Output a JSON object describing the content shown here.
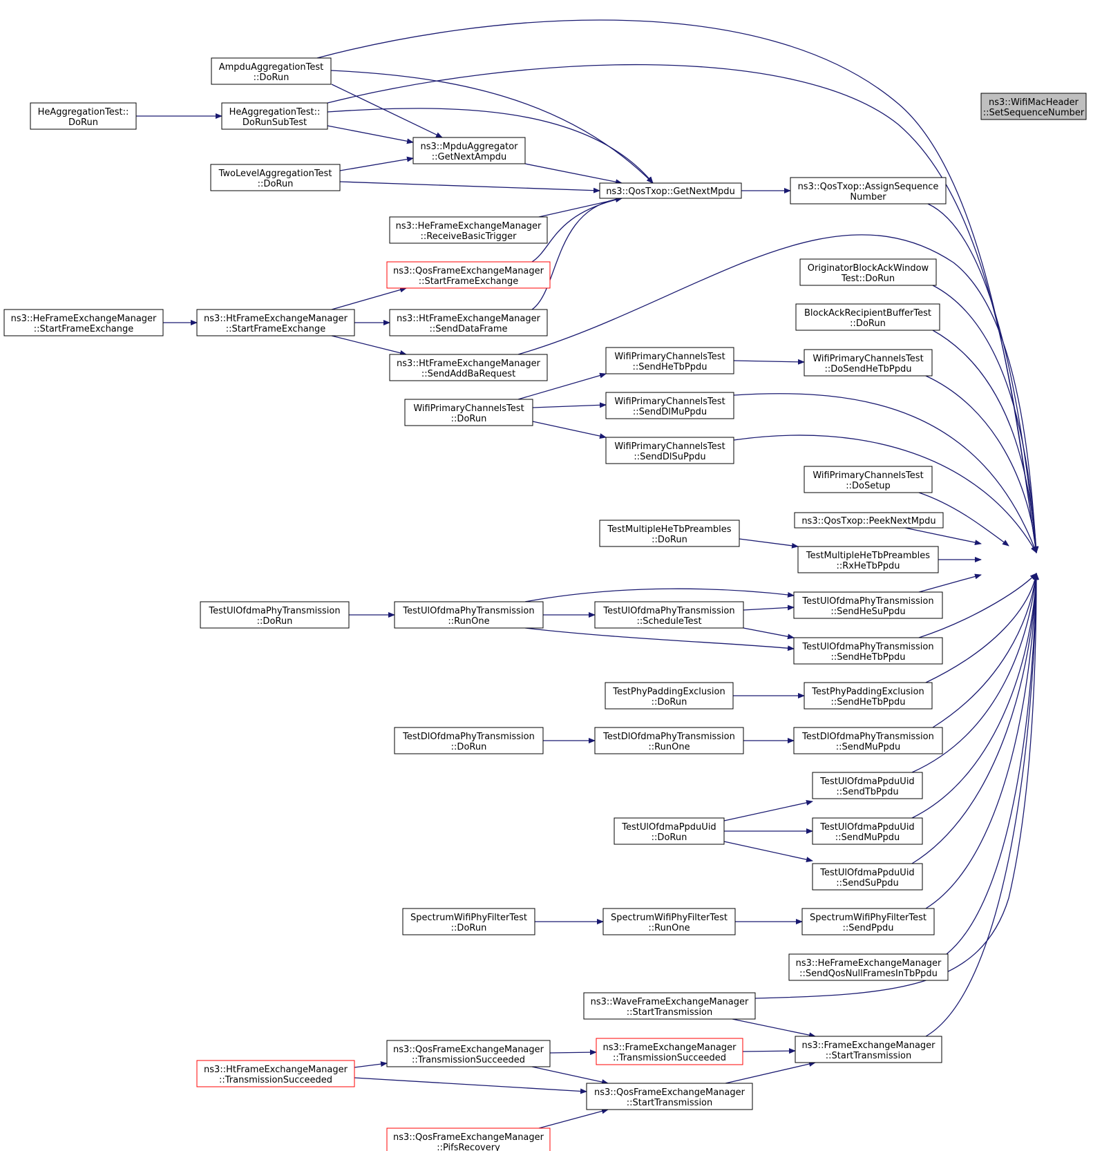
{
  "colors": {
    "edge": "#191970",
    "node_border": "#000000",
    "highlight_border": "#ff0000",
    "root_fill": "#bfbfbf"
  },
  "nodes": {
    "root": [
      "ns3::WifiMacHeader",
      "::SetSequenceNumber"
    ],
    "ampdu_dorun": [
      "AmpduAggregationTest",
      "::DoRun"
    ],
    "he_agg_dorun": [
      "HeAggregationTest::",
      "DoRun"
    ],
    "he_agg_subtest": [
      "HeAggregationTest::",
      "DoRunSubTest"
    ],
    "mpdu_agg": [
      "ns3::MpduAggregator",
      "::GetNextAmpdu"
    ],
    "twolevel": [
      "TwoLevelAggregationTest",
      "::DoRun"
    ],
    "getnextmpdu": [
      "ns3::QosTxop::GetNextMpdu"
    ],
    "assignseq": [
      "ns3::QosTxop::AssignSequence",
      "Number"
    ],
    "he_fem_basic": [
      "ns3::HeFrameExchangeManager",
      "::ReceiveBasicTrigger"
    ],
    "qos_fem_startfe": [
      "ns3::QosFrameExchangeManager",
      "::StartFrameExchange"
    ],
    "he_fem_startfe": [
      "ns3::HeFrameExchangeManager",
      "::StartFrameExchange"
    ],
    "ht_fem_startfe": [
      "ns3::HtFrameExchangeManager",
      "::StartFrameExchange"
    ],
    "ht_fem_senddata": [
      "ns3::HtFrameExchangeManager",
      "::SendDataFrame"
    ],
    "ht_fem_addba": [
      "ns3::HtFrameExchangeManager",
      "::SendAddBaRequest"
    ],
    "orig_ba": [
      "OriginatorBlockAckWindow",
      "Test::DoRun"
    ],
    "ba_recip": [
      "BlockAckRecipientBufferTest",
      "::DoRun"
    ],
    "wpc_sendhetb": [
      "WifiPrimaryChannelsTest",
      "::SendHeTbPpdu"
    ],
    "wpc_dosendhetb": [
      "WifiPrimaryChannelsTest",
      "::DoSendHeTbPpdu"
    ],
    "wpc_dorun": [
      "WifiPrimaryChannelsTest",
      "::DoRun"
    ],
    "wpc_senddlmu": [
      "WifiPrimaryChannelsTest",
      "::SendDlMuPpdu"
    ],
    "wpc_senddlsu": [
      "WifiPrimaryChannelsTest",
      "::SendDlSuPpdu"
    ],
    "wpc_dosetup": [
      "WifiPrimaryChannelsTest",
      "::DoSetup"
    ],
    "peeknext": [
      "ns3::QosTxop::PeekNextMpdu"
    ],
    "tmh_dorun": [
      "TestMultipleHeTbPreambles",
      "::DoRun"
    ],
    "tmh_rx": [
      "TestMultipleHeTbPreambles",
      "::RxHeTbPpdu"
    ],
    "tul_dorun": [
      "TestUlOfdmaPhyTransmission",
      "::DoRun"
    ],
    "tul_runone": [
      "TestUlOfdmaPhyTransmission",
      "::RunOne"
    ],
    "tul_sched": [
      "TestUlOfdmaPhyTransmission",
      "::ScheduleTest"
    ],
    "tul_sendhesu": [
      "TestUlOfdmaPhyTransmission",
      "::SendHeSuPpdu"
    ],
    "tul_sendhetb": [
      "TestUlOfdmaPhyTransmission",
      "::SendHeTbPpdu"
    ],
    "tpp_dorun": [
      "TestPhyPaddingExclusion",
      "::DoRun"
    ],
    "tpp_send": [
      "TestPhyPaddingExclusion",
      "::SendHeTbPpdu"
    ],
    "tdl_dorun": [
      "TestDlOfdmaPhyTransmission",
      "::DoRun"
    ],
    "tdl_runone": [
      "TestDlOfdmaPhyTransmission",
      "::RunOne"
    ],
    "tdl_sendmu": [
      "TestDlOfdmaPhyTransmission",
      "::SendMuPpdu"
    ],
    "tup_sendtb": [
      "TestUlOfdmaPpduUid",
      "::SendTbPpdu"
    ],
    "tup_dorun": [
      "TestUlOfdmaPpduUid",
      "::DoRun"
    ],
    "tup_sendmu": [
      "TestUlOfdmaPpduUid",
      "::SendMuPpdu"
    ],
    "tup_sendsu": [
      "TestUlOfdmaPpduUid",
      "::SendSuPpdu"
    ],
    "swf_dorun": [
      "SpectrumWifiPhyFilterTest",
      "::DoRun"
    ],
    "swf_runone": [
      "SpectrumWifiPhyFilterTest",
      "::RunOne"
    ],
    "swf_send": [
      "SpectrumWifiPhyFilterTest",
      "::SendPpdu"
    ],
    "he_fem_qosnull": [
      "ns3::HeFrameExchangeManager",
      "::SendQosNullFramesInTbPpdu"
    ],
    "wave_fem_start": [
      "ns3::WaveFrameExchangeManager",
      "::StartTransmission"
    ],
    "fem_start": [
      "ns3::FrameExchangeManager",
      "::StartTransmission"
    ],
    "qos_fem_txsucc": [
      "ns3::QosFrameExchangeManager",
      "::TransmissionSucceeded"
    ],
    "fem_txsucc": [
      "ns3::FrameExchangeManager",
      "::TransmissionSucceeded"
    ],
    "ht_fem_txsucc": [
      "ns3::HtFrameExchangeManager",
      "::TransmissionSucceeded"
    ],
    "qos_fem_start": [
      "ns3::QosFrameExchangeManager",
      "::StartTransmission"
    ],
    "qos_fem_pifs": [
      "ns3::QosFrameExchangeManager",
      "::PifsRecovery"
    ]
  }
}
